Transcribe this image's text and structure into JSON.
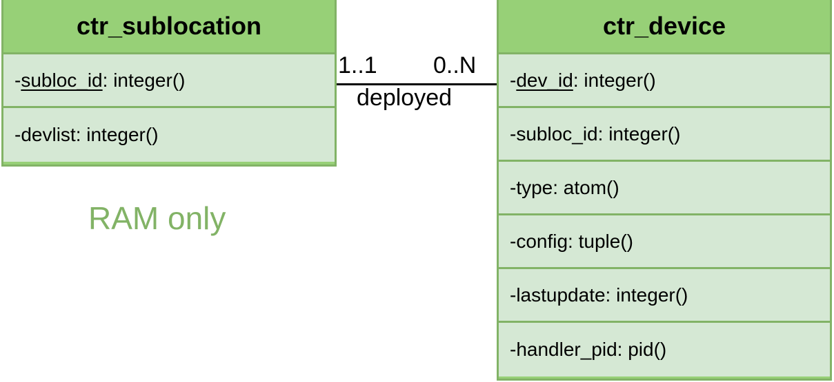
{
  "entities": {
    "left": {
      "title": "ctr_sublocation",
      "attributes": [
        {
          "prefix": "- ",
          "key": "subloc_id",
          "rest": ": integer()"
        },
        {
          "prefix": "- ",
          "key": "",
          "rest": "devlist: integer()"
        }
      ]
    },
    "right": {
      "title": "ctr_device",
      "attributes": [
        {
          "prefix": "- ",
          "key": "dev_id",
          "rest": ": integer()"
        },
        {
          "prefix": "- ",
          "key": "",
          "rest": "subloc_id: integer()"
        },
        {
          "prefix": "- ",
          "key": "",
          "rest": "type: atom()"
        },
        {
          "prefix": "- ",
          "key": "",
          "rest": "config: tuple()"
        },
        {
          "prefix": "- ",
          "key": "",
          "rest": "lastupdate: integer()"
        },
        {
          "prefix": "- ",
          "key": "",
          "rest": "handler_pid: pid()"
        }
      ]
    }
  },
  "relationship": {
    "label": "deployed",
    "left_multiplicity": "1..1",
    "right_multiplicity": "0..N"
  },
  "note": "RAM only",
  "colors": {
    "header_fill": "#97d077",
    "row_fill": "#d5e8d4",
    "border": "#82b366",
    "note_text": "#82b366"
  }
}
